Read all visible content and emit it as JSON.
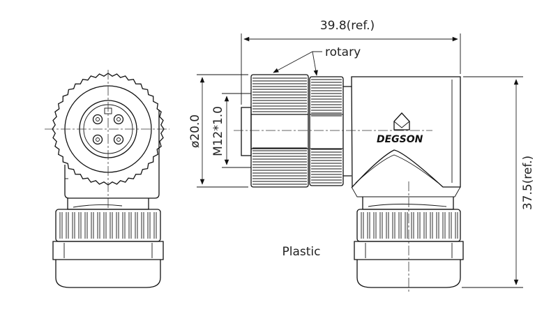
{
  "dimensions": {
    "overall_width": "39.8(ref.)",
    "overall_height": "37.5(ref.)",
    "body_diameter": "ø20.0",
    "thread": "M12*1.0"
  },
  "labels": {
    "rotary": "rotary",
    "material": "Plastic",
    "brand": "DEGSON"
  },
  "icons": {
    "brand_logo": "degson-logo-icon"
  }
}
